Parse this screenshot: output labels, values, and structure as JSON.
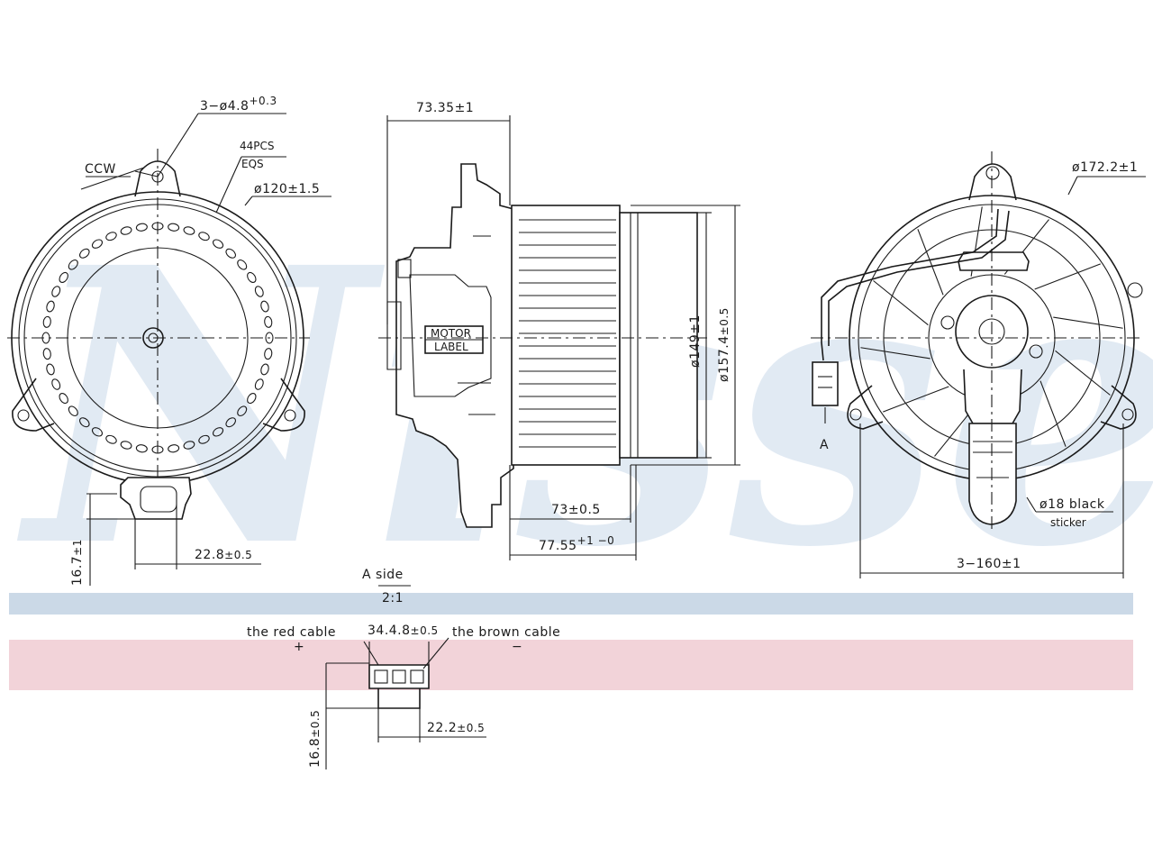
{
  "watermark": {
    "text": "Nissens",
    "color": "#c9d9ea"
  },
  "bands": {
    "blue": "#cbd9e7",
    "pink": "#f2d3d9"
  },
  "front_view": {
    "holes": "3−ø4.8",
    "holes_tol": "+0.3",
    "rotation": "CCW",
    "blades": "44PCS",
    "spacing": "EQS",
    "diameter": "ø120±1.5",
    "connector_height": "16.7",
    "connector_height_tol": "±1",
    "connector_width": "22.8",
    "connector_width_tol": "±0.5"
  },
  "side_view": {
    "overall_length": "73.35±1",
    "wheel_diameter": "ø149±1",
    "housing_diameter": "ø157.4",
    "housing_diameter_tol": "±0.5",
    "wheel_length": "73±0.5",
    "total_length": "77.55",
    "total_length_tol": "+1 −0",
    "label_line1": "MOTOR",
    "label_line2": "LABEL"
  },
  "rear_view": {
    "flange_diameter": "ø172.2±1",
    "sticker_line1": "ø18 black",
    "sticker_line2": "sticker",
    "hole_spacing": "3−160±1",
    "view_arrow": "A"
  },
  "detail_a": {
    "title": "A side",
    "scale": "2:1",
    "red_cable": "the red cable",
    "brown_cable": "the brown cable",
    "plus": "+",
    "minus": "−",
    "pitch": "34.4.8",
    "pitch_tol": "±0.5",
    "width": "22.2",
    "width_tol": "±0.5",
    "height": "16.8",
    "height_tol": "±0.5"
  }
}
